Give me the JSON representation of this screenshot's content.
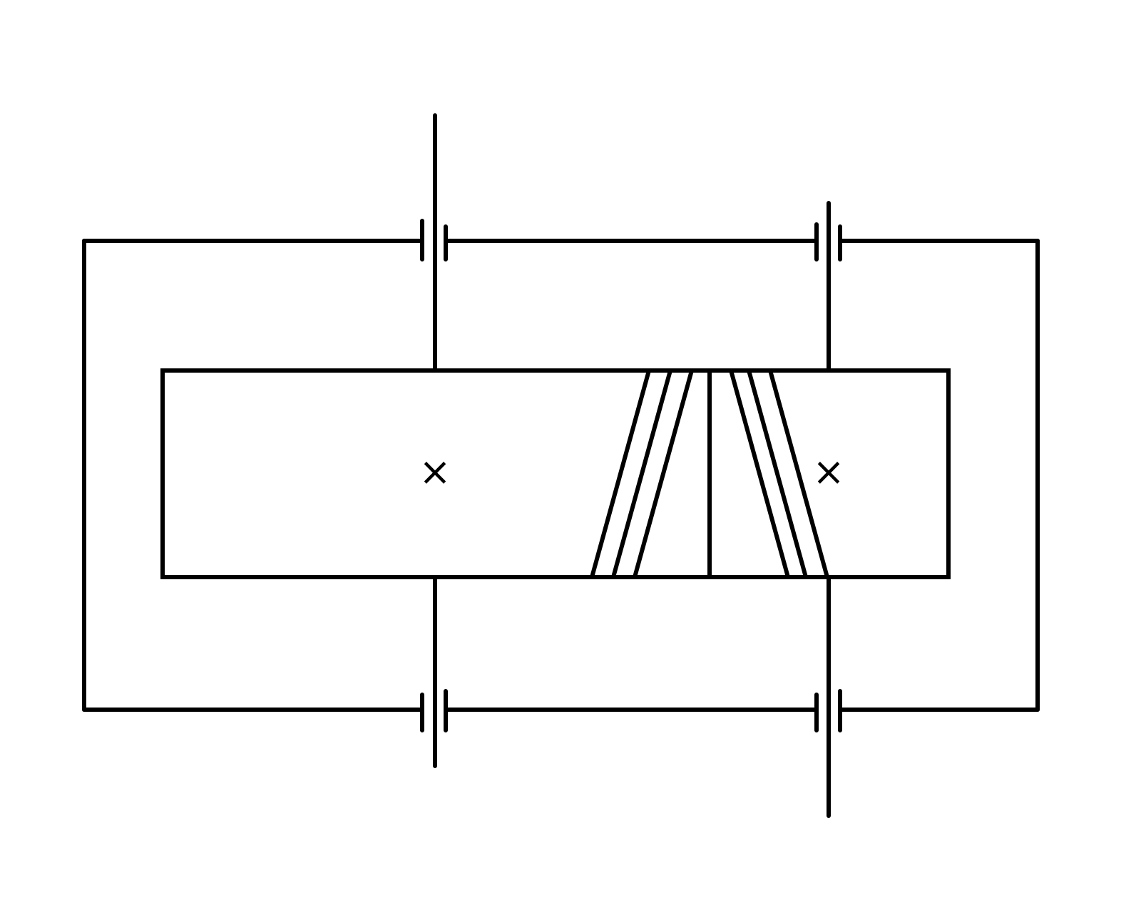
{
  "diagram": {
    "stroke_color": "#000000",
    "background_color": "#ffffff",
    "components": {
      "batteries": [
        {
          "name": "battery-top-left"
        },
        {
          "name": "battery-top-right"
        },
        {
          "name": "battery-bottom-left"
        },
        {
          "name": "battery-bottom-right"
        }
      ],
      "crossed_markers": [
        {
          "name": "cross-marker-left",
          "text": "×"
        },
        {
          "name": "cross-marker-right",
          "text": "×"
        }
      ]
    }
  }
}
